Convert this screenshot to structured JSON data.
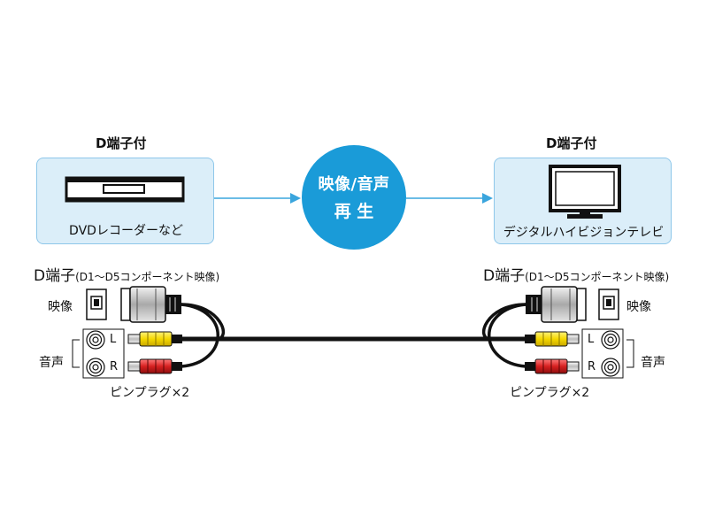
{
  "left_device": {
    "heading": "D端子付",
    "label": "DVDレコーダーなど",
    "icon": "dvd-recorder-icon"
  },
  "right_device": {
    "heading": "D端子付",
    "label": "デジタルハイビジョンテレビ",
    "icon": "tv-icon"
  },
  "center": {
    "line1": "映像/音声",
    "line2": "再 生"
  },
  "left_panel": {
    "d_terminal": "D端子",
    "d_terminal_sub": "(D1～D5コンポーネント映像)",
    "video": "映像",
    "audio": "音声",
    "jack_l": "L",
    "jack_r": "R",
    "pin_plug": "ピンプラグ×2"
  },
  "right_panel": {
    "d_terminal": "D端子",
    "d_terminal_sub": "(D1～D5コンポーネント映像)",
    "video": "映像",
    "audio": "音声",
    "jack_l": "L",
    "jack_r": "R",
    "pin_plug": "ピンプラグ×2"
  },
  "colors": {
    "box_fill": "#dbeef9",
    "box_border": "#8ec7ea",
    "accent": "#1a9bd8",
    "arrow": "#3aa5dd",
    "plug_yellow": "#f5d800",
    "plug_red": "#d62020"
  }
}
